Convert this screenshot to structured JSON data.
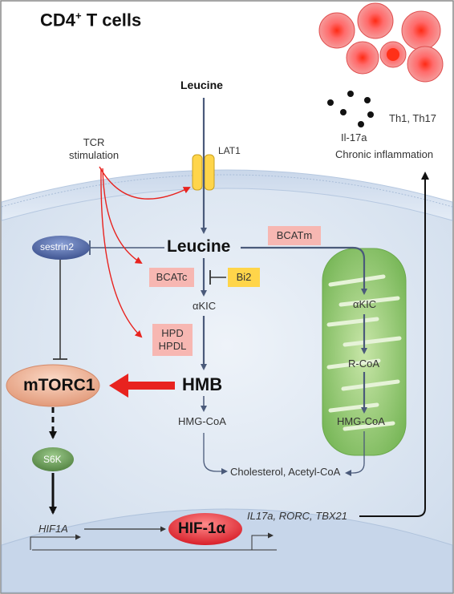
{
  "title": {
    "main": "CD4",
    "sup": "+",
    "rest": " T cells"
  },
  "labels": {
    "leucine_top": "Leucine",
    "lat1": "LAT1",
    "tcr": "TCR\nstimulation",
    "th": "Th1, Th17",
    "il17a": "Il-17a",
    "chronic": "Chronic inflammation",
    "leucine_main": "Leucine",
    "sestrin2": "sestrin2",
    "bcatm": "BCATm",
    "bcatc": "BCATc",
    "bi2": "Bi2",
    "akic_cyto": "αKIC",
    "akic_mito": "αKIC",
    "hpd": "HPD\nHPDL",
    "rcoa": "R-CoA",
    "mtorc1": "mTORC1",
    "hmb": "HMB",
    "hmgcoa_cyto": "HMG-CoA",
    "hmgcoa_mito": "HMG-CoA",
    "s6k": "S6K",
    "cholesterol": "Cholesterol, Acetyl-CoA",
    "hif1a_gene": "HIF1A",
    "hif1a_protein": "HIF-1α",
    "target_genes": "IL17a, RORC, TBX21"
  },
  "colors": {
    "cell_fill": "#dbe6f2",
    "nucleus_fill": "#c5d4e8",
    "activation_arrow": "#e8231f",
    "pathway_arrow": "#4a5a7a",
    "mitochondria": "#8cc26a",
    "box_pink": "#f7b7b2",
    "box_yellow": "#ffd54a",
    "mtorc1_fill": "#e8a888",
    "hif_fill": "#e8333a",
    "s6k_fill": "#5f8f4a",
    "sestrin2_fill": "#4a5e98"
  }
}
